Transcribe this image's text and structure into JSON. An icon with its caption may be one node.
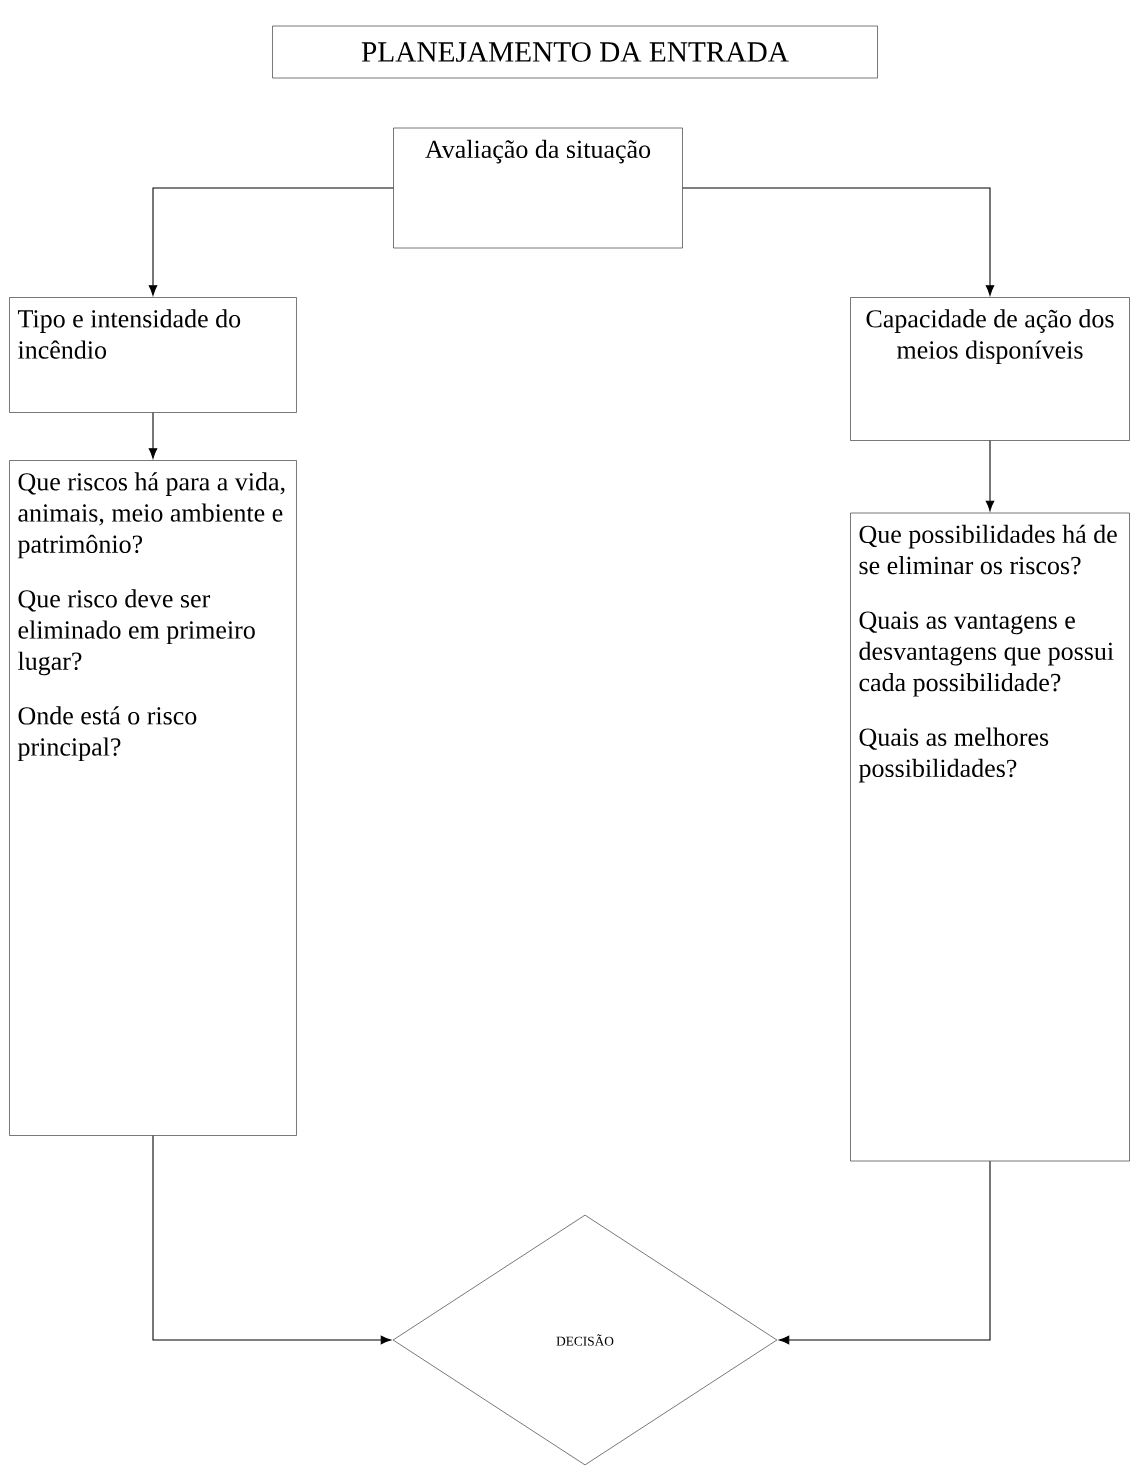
{
  "diagram": {
    "nodes": [
      {
        "text": [
          "PLANEJAMENTO DA ENTRADA"
        ]
      },
      {
        "text": [
          "Avaliação da situação"
        ]
      },
      {
        "text": [
          "Tipo e intensidade do incêndio"
        ]
      },
      {
        "text": [
          "Capacidade de ação dos meios disponíveis"
        ]
      },
      {
        "text": [
          "Que riscos há para a vida, animais, meio ambiente e patrimônio?",
          "Que risco deve ser eliminado em primeiro lugar?",
          "Onde está o risco principal?"
        ]
      },
      {
        "text": [
          "Que possibilidades há de se eliminar os riscos?",
          "Quais as vantagens e desvantagens que possui cada possibilidade?",
          "Quais as melhores possibilidades?"
        ]
      },
      {
        "text": [
          "DECISÃO"
        ]
      }
    ],
    "edges": [
      {
        "from": 1,
        "to": 2,
        "arrow": "to"
      },
      {
        "from": 1,
        "to": 3,
        "arrow": "to"
      },
      {
        "from": 2,
        "to": 4,
        "arrow": "to"
      },
      {
        "from": 3,
        "to": 5,
        "arrow": "to"
      },
      {
        "from": 4,
        "to": 6,
        "arrow": "to"
      },
      {
        "from": 5,
        "to": 6,
        "arrow": "to"
      }
    ]
  }
}
